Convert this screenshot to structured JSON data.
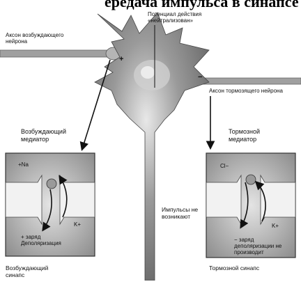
{
  "title_fragment": "ередача импульса в синапсе",
  "labels": {
    "action_potential": "Потенциал действия «нейтрализован»",
    "excitatory_axon": "Аксон возбуждающего нейрона",
    "inhibitory_axon": "Аксон тормозящего нейрона",
    "excitatory_mediator": "Возбуждающий медиатор",
    "inhibitory_mediator": "Тормозной медиатор",
    "na_ion": "+Na",
    "k_ion_left": "K+",
    "k_ion_right": "K+",
    "cl_ion": "Cl−",
    "depolarization": "+ заряд Деполяризация",
    "impulses_absent": "Импульсы не возникают",
    "no_depolarization": "− заряд деполяризации не производит",
    "excitatory_synapse": "Возбуждающий синапс",
    "inhibitory_synapse": "Тормозной синапс",
    "plus_sign": "+",
    "minus_sign": "−"
  },
  "colors": {
    "neuron_fill": "#8a8a8a",
    "panel_fill": "#bdbdbd",
    "arrow": "#111111"
  }
}
